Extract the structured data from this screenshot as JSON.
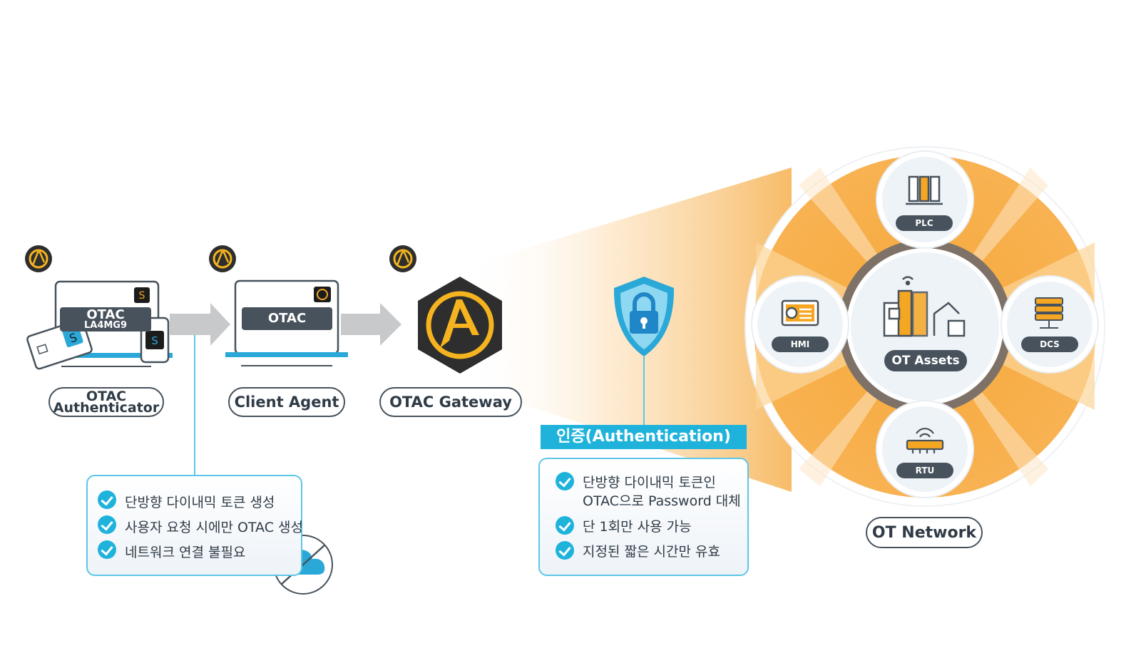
{
  "authenticator": {
    "card_title": "OTAC",
    "card_code": "LA4MG9",
    "pill_line1": "OTAC",
    "pill_line2": "Authenticator"
  },
  "client_agent": {
    "screen_text": "OTAC",
    "pill": "Client Agent"
  },
  "gateway": {
    "pill": "OTAC Gateway"
  },
  "client_features": [
    "단방향 다이내믹 토큰 생성",
    "사용자 요청 시에만 OTAC 생성",
    "네트워크 연결 불필요"
  ],
  "authentication": {
    "banner": "인증(Authentication)",
    "features": [
      [
        "단방향 다이내믹 토큰인",
        "OTAC으로 Password 대체"
      ],
      [
        "단 1회만 사용 가능"
      ],
      [
        "지정된 짧은 시간만 유효"
      ]
    ]
  },
  "ot_network": {
    "center": "OT Assets",
    "plc": "PLC",
    "hmi": "HMI",
    "dcs": "DCS",
    "rtu": "RTU",
    "pill": "OT Network"
  },
  "icons": {
    "badge": "gateway-logo-icon",
    "shield": "shield-lock-icon",
    "cloud": "cloud-disabled-icon"
  },
  "colors": {
    "accent_blue": "#1fb3dc",
    "accent_gold": "#f5a623",
    "dark": "#47525c"
  }
}
